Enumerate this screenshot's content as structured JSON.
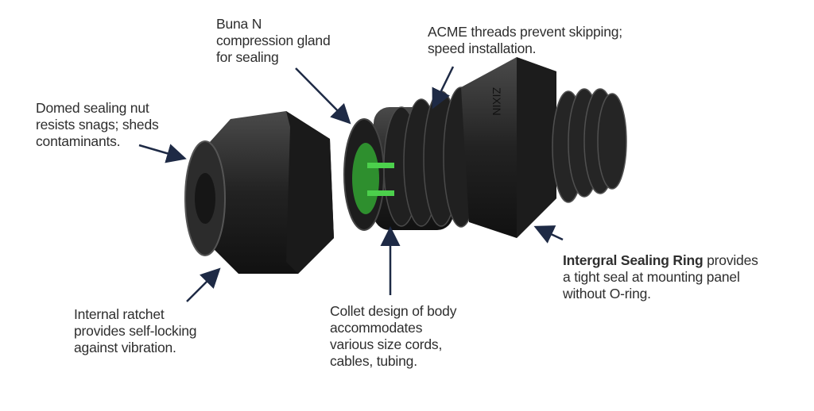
{
  "labels": {
    "gland": [
      "Buna N",
      "compression gland",
      "for sealing"
    ],
    "threads": [
      "ACME threads prevent skipping;",
      "speed installation."
    ],
    "nut": [
      "Domed sealing nut",
      "resists snags; sheds",
      "contaminants."
    ],
    "ratchet": [
      "Internal ratchet",
      "provides self-locking",
      "against vibration."
    ],
    "collet": [
      "Collet design of body",
      "accommodates",
      "various size cords,",
      "cables, tubing."
    ],
    "ring": {
      "bold": "Intergral Sealing Ring",
      "rest": " provides",
      "line2": "a tight seal at mounting panel",
      "line3": "without O-ring."
    }
  },
  "product_marking": "ZIXIN",
  "colors": {
    "text": "#2e2e2e",
    "arrow": "#1e2a45",
    "plastic": "#2a2a2a",
    "gland": "#3fbf3f"
  }
}
